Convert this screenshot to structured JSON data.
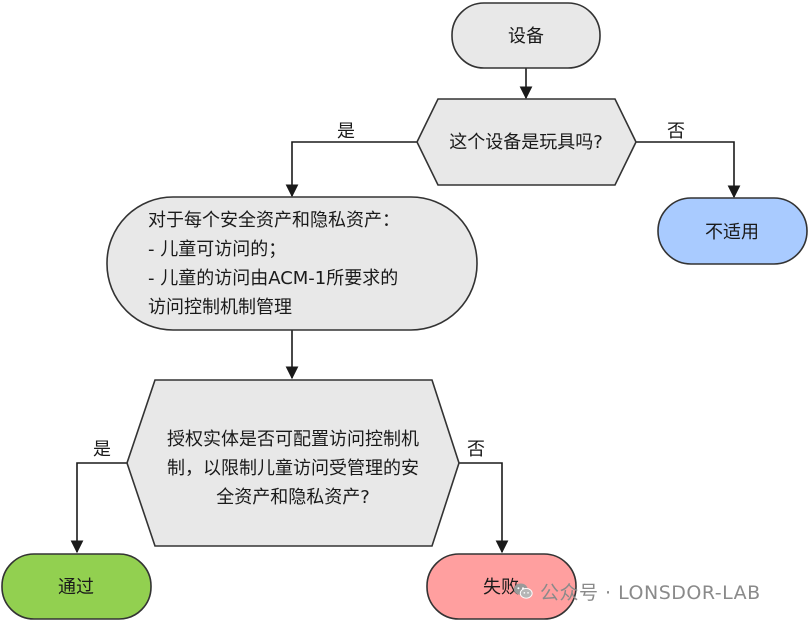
{
  "nodes": {
    "device": "设备",
    "is_toy": "这个设备是玩具吗?",
    "not_applicable": "不适用",
    "assets": [
      "对于每个安全资产和隐私资产：",
      "- 儿童可访问的；",
      "- 儿童的访问由ACM-1所要求的",
      "访问控制机制管理"
    ],
    "authorize": [
      "授权实体是否可配置访问控制机",
      "制，以限制儿童访问受管理的安",
      "全资产和隐私资产?"
    ],
    "pass": "通过",
    "fail": "失败"
  },
  "edges": {
    "toy_yes": "是",
    "toy_no": "否",
    "auth_yes": "是",
    "auth_no": "否"
  },
  "watermark": {
    "text": "公众号 · LONSDOR-LAB",
    "icon": "wechat-icon"
  },
  "colors": {
    "gray_fill": "#e8e8e8",
    "blue_fill": "#a9cbff",
    "green_fill": "#92d050",
    "red_fill": "#ff9f9f",
    "stroke": "#333333"
  }
}
